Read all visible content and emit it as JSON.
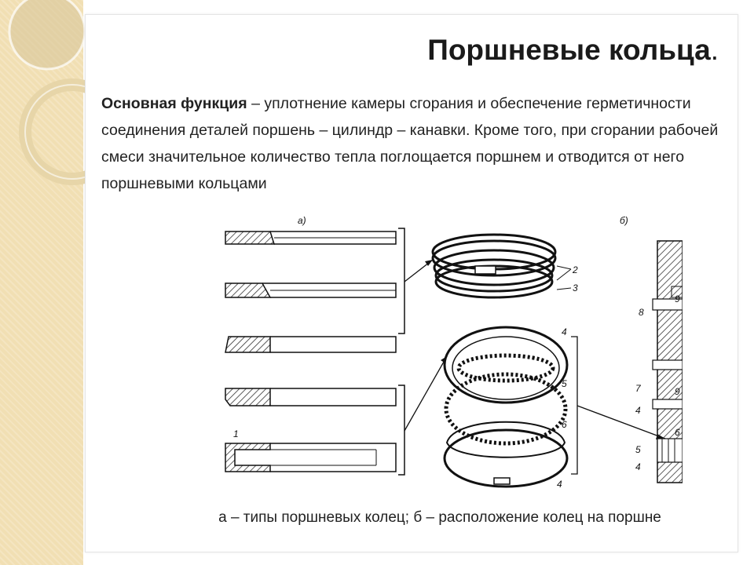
{
  "slide": {
    "title": "Поршневые кольца",
    "title_dot": ".",
    "body": {
      "bold_term": "Основная функция",
      "text": " – уплотнение камеры сгорания и обеспечение герметичности соединения деталей поршень – цилиндр – канавки. Кроме того, при сгорании рабочей смеси значительное количество тепла поглощается поршнем и отводится от него поршневыми кольцами"
    },
    "figure": {
      "label_a": "а)",
      "label_b": "б)",
      "callouts": [
        "1",
        "2",
        "3",
        "4",
        "5",
        "6",
        "4",
        "8",
        "9",
        "7",
        "9",
        "4",
        "5",
        "6",
        "4"
      ]
    },
    "caption": "а – типы поршневых колец; б – расположение колец на поршне"
  },
  "colors": {
    "side_strip": "#f1dfb3",
    "hatch": "#333333"
  }
}
